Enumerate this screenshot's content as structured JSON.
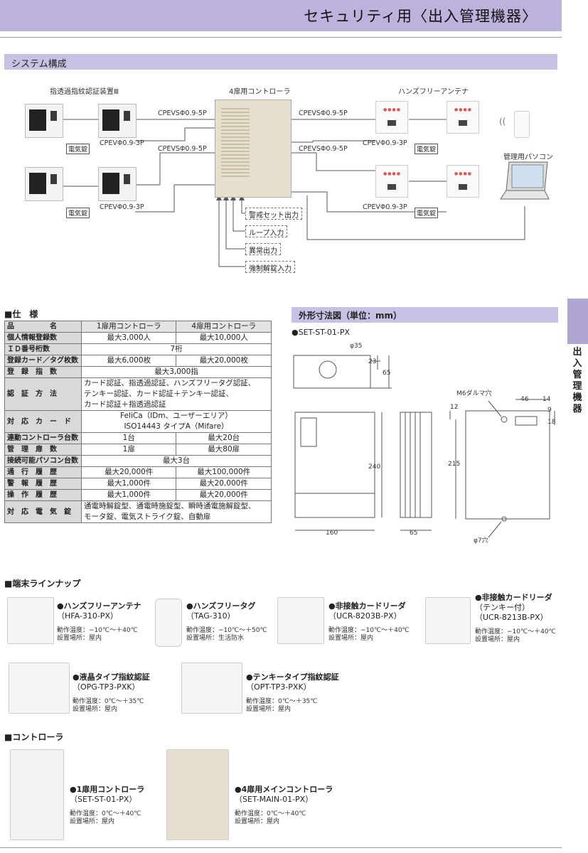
{
  "header": {
    "title": "セキュリティ用〈出入管理機器〉"
  },
  "side": {
    "label": "出入管理機器"
  },
  "system": {
    "heading": "システム構成",
    "fp_label": "指透過指紋認証装置Ⅲ",
    "ctrl_label": "4扉用コントローラ",
    "ant_label": "ハンズフリーアンテナ",
    "pc_label": "管理用パソコン",
    "cable_5p": "CPEVSΦ0.9-5P",
    "cable_3p": "CPEVΦ0.9-3P",
    "lock": "電気錠",
    "io": [
      "警戒セット出力",
      "ループ入力",
      "異常出力",
      "強制解錠入力"
    ]
  },
  "spec": {
    "heading": "■仕　様",
    "header": [
      "品　　　　　名",
      "1扉用コントローラ",
      "4扉用コントローラ"
    ],
    "rows": [
      {
        "label": "個人情報登録数",
        "a": "最大3,000人",
        "b": "最大10,000人"
      },
      {
        "label": "ＩＤ番号桁数",
        "merged": "7桁"
      },
      {
        "label": "登録カード／タグ枚数",
        "a": "最大6,000枚",
        "b": "最大20,000枚"
      },
      {
        "label": "登　録　指　数",
        "merged": "最大3,000指"
      },
      {
        "label": "認　証　方　法",
        "merged_lines": [
          "カード認証、指透過認証、ハンズフリータグ認証、",
          "テンキー認証、カード認証＋テンキー認証、",
          "カード認証＋指透過認証"
        ]
      },
      {
        "label": "対　応　カ　ー　ド",
        "merged_lines": [
          "FeliCa（IDm、ユーザーエリア）",
          "ISO14443 タイプA（Mifare）"
        ]
      },
      {
        "label": "連動コントローラ台数",
        "a": "1台",
        "b": "最大20台"
      },
      {
        "label": "管　理　扉　数",
        "a": "1扉",
        "b": "最大80扉"
      },
      {
        "label": "接続可能パソコン台数",
        "merged": "最大3台"
      },
      {
        "label": "通　行　履　歴",
        "a": "最大20,000件",
        "b": "最大100,000件"
      },
      {
        "label": "警　報　履　歴",
        "a": "最大1,000件",
        "b": "最大20,000件"
      },
      {
        "label": "操　作　履　歴",
        "a": "最大1,000件",
        "b": "最大20,000件"
      },
      {
        "label": "対　応　電　気　錠",
        "merged_lines": [
          "通電時解錠型、通電時施錠型、瞬時通電施解錠型、",
          "モータ錠、電気ストライク錠、自動扉"
        ]
      }
    ]
  },
  "dims": {
    "heading": "外形寸法図（単位：mm）",
    "model": "●SET-ST-01-PX",
    "labels": {
      "d35": "φ35",
      "d23": "23",
      "d65a": "65",
      "m6": "M6ダルマ穴",
      "d46": "46",
      "d14": "14",
      "d12": "12",
      "d9": "9",
      "d18": "18",
      "d240": "240",
      "d215": "215",
      "d160": "160",
      "d65b": "65",
      "d7": "φ7穴"
    }
  },
  "lineup": {
    "heading": "■端末ラインナップ",
    "items": [
      {
        "name": "●ハンズフリーアンテナ",
        "model": "（HFA-310-PX）",
        "temp": "動作温度：−10℃〜＋40℃",
        "place": "設置場所：屋内"
      },
      {
        "name": "●ハンズフリータグ",
        "model": "（TAG-310）",
        "temp": "動作温度：−10℃〜＋50℃",
        "place": "設置場所：生活防水"
      },
      {
        "name": "●非接触カードリーダ",
        "model": "（UCR-8203B-PX）",
        "temp": "動作温度：−10℃〜＋40℃",
        "place": "設置場所：屋内"
      },
      {
        "name": "●非接触カードリーダ",
        "name2": "（テンキー付）",
        "model": "（UCR-8213B-PX）",
        "temp": "動作温度：−10℃〜＋40℃",
        "place": "設置場所：屋内"
      },
      {
        "name": "●液晶タイプ指紋認証",
        "model": "（OPG-TP3-PXK）",
        "temp": "動作温度：0℃〜＋35℃",
        "place": "設置場所：屋内"
      },
      {
        "name": "●テンキータイプ指紋認証",
        "model": "（OPT-TP3-PXK）",
        "temp": "動作温度：0℃〜＋35℃",
        "place": "設置場所：屋内"
      }
    ]
  },
  "controllers": {
    "heading": "■コントローラ",
    "items": [
      {
        "name": "●1扉用コントローラ",
        "model": "（SET-ST-01-PX）",
        "temp": "動作温度：0℃〜＋40℃",
        "place": "設置場所：屋内"
      },
      {
        "name": "●4扉用メインコントローラ",
        "model": "（SET-MAIN-01-PX）",
        "temp": "動作温度：0℃〜＋40℃",
        "place": "設置場所：屋内"
      }
    ]
  }
}
